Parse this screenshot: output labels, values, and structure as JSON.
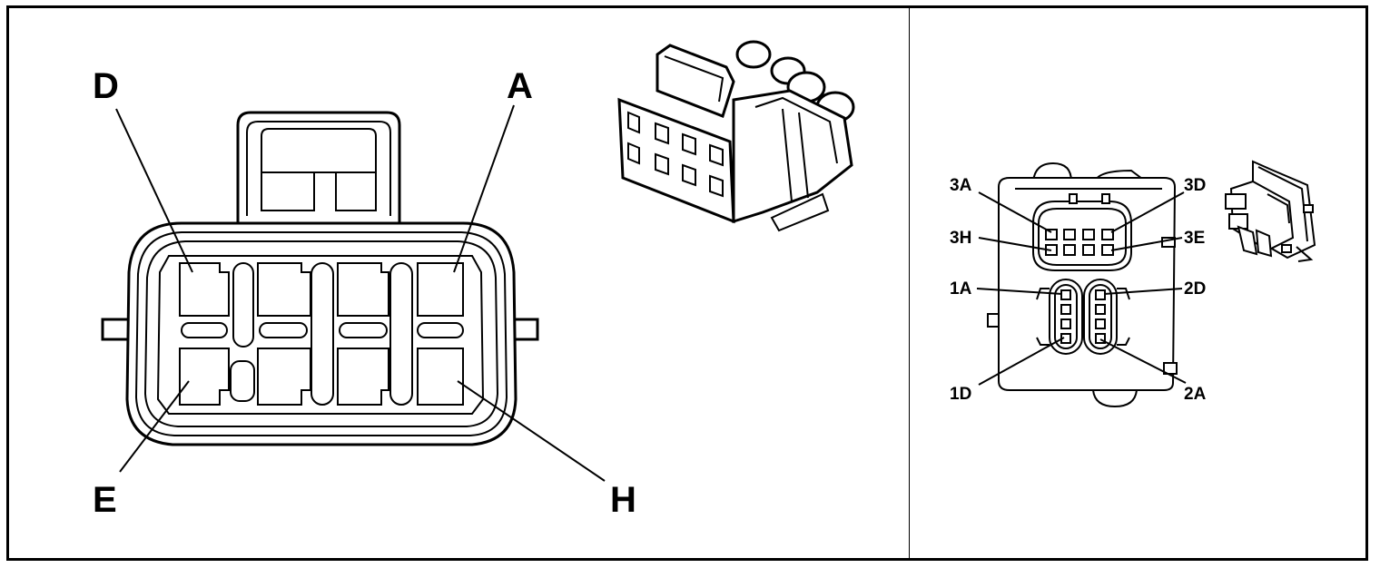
{
  "left_connector": {
    "labels": {
      "d": "D",
      "a": "A",
      "e": "E",
      "h": "H"
    }
  },
  "right_connector": {
    "labels": {
      "l3a": "3A",
      "l3d": "3D",
      "l3h": "3H",
      "l3e": "3E",
      "l1a": "1A",
      "l2d": "2D",
      "l1d": "1D",
      "l2a": "2A"
    }
  }
}
